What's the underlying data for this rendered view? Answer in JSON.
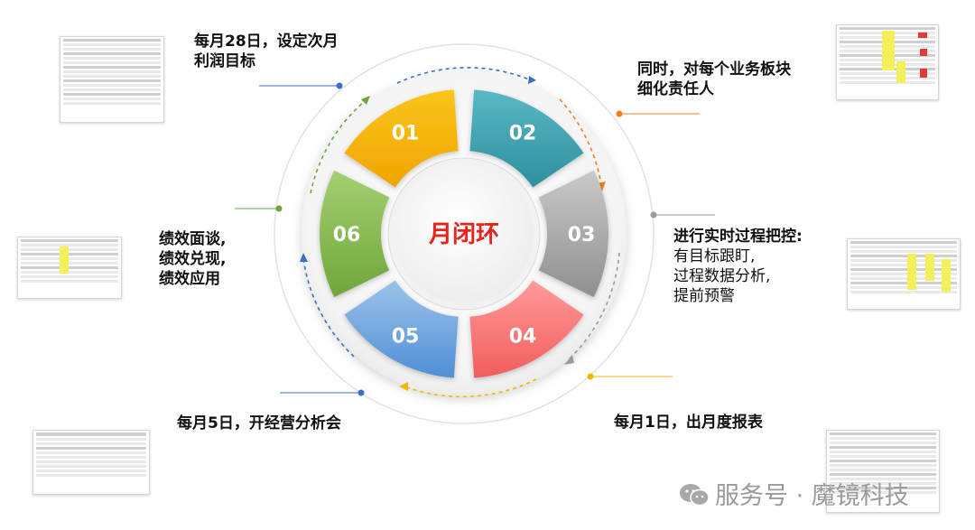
{
  "center_label": "月闭环",
  "segments": [
    {
      "num": "01",
      "color_a": "#f9c51b",
      "color_b": "#f0a500"
    },
    {
      "num": "02",
      "color_a": "#5ab8c4",
      "color_b": "#2e8f9e"
    },
    {
      "num": "03",
      "color_a": "#c9c9c9",
      "color_b": "#8f8f8f"
    },
    {
      "num": "04",
      "color_a": "#ff9a9a",
      "color_b": "#f25d5d"
    },
    {
      "num": "05",
      "color_a": "#9cc3ea",
      "color_b": "#4f8fd6"
    },
    {
      "num": "06",
      "color_a": "#a5cf72",
      "color_b": "#6ea63a"
    }
  ],
  "steps": {
    "s01": [
      "每月28日，设定次月",
      "利润目标"
    ],
    "s02": [
      "同时，对每个业务板块",
      "细化责任人"
    ],
    "s03": [
      "进行实时过程把控:",
      "有目标跟盯,",
      "过程数据分析,",
      "提前预警"
    ],
    "s04": [
      "每月1日，出月度报表"
    ],
    "s05": [
      "每月5日，开经营分析会"
    ],
    "s06": [
      "绩效面谈,",
      "绩效兑现,",
      "绩效应用"
    ]
  },
  "colors": {
    "center_text": "#e8231c",
    "connector_blue": "#3a6fc4",
    "connector_orange": "#f07e22",
    "connector_gray": "#9a9a9a",
    "connector_yellow": "#f2b705",
    "connector_green": "#6ea63a"
  },
  "watermark": "服务号 · 魔镜科技"
}
